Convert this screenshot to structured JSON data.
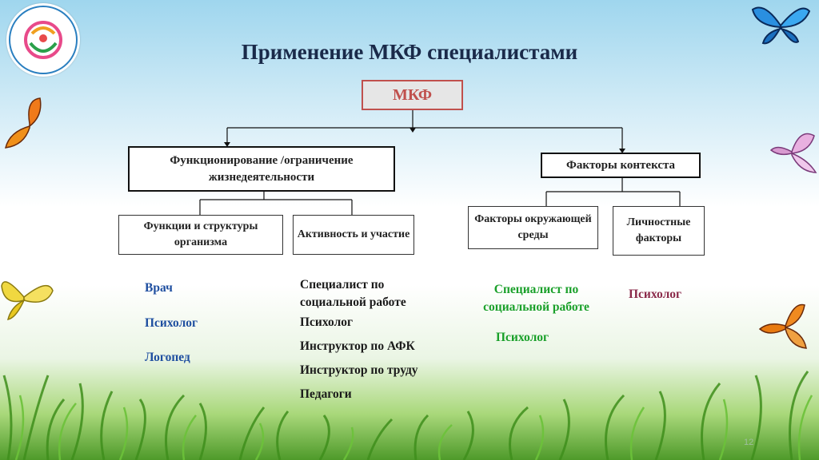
{
  "title": "Применение МКФ специалистами",
  "root": "МКФ",
  "branches": {
    "functioning": "Функционирование /ограничение жизнедеятельности",
    "context": "Факторы контекста"
  },
  "sub": {
    "functions": "Функции и структуры организма",
    "activity": "Активность и участие",
    "environment": "Факторы окружающей среды",
    "personal": "Личностные факторы"
  },
  "col1": [
    "Врач",
    "Психолог",
    "Логопед"
  ],
  "col2": [
    "Специалист по социальной работе",
    "Психолог",
    "Инструктор по АФК",
    "Инструктор по труду",
    "Педагоги"
  ],
  "col3": [
    "Специалист по социальной работе",
    "Психолог"
  ],
  "col4": [
    "Психолог"
  ],
  "page_number": "12",
  "colors": {
    "col1": "#1f4fa0",
    "col2": "#1a1a1a",
    "col3": "#1aa02a",
    "col4": "#8b2a4a",
    "root_border": "#c0504d"
  }
}
